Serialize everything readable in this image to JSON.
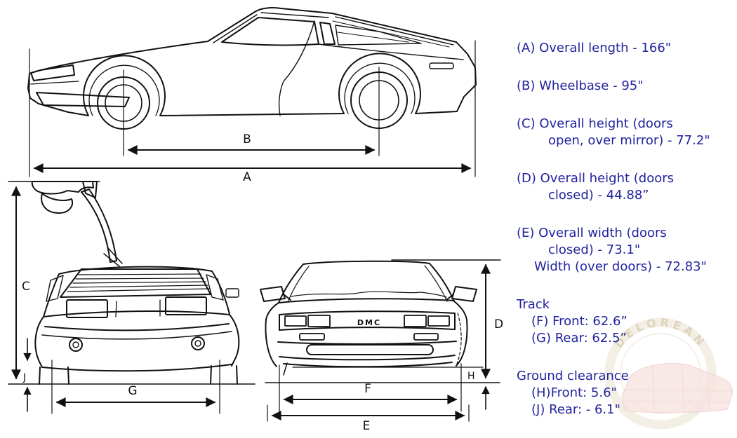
{
  "colors": {
    "ink": "#111111",
    "spec_text": "#23239E",
    "watermark_ring": "#eae1cd",
    "watermark_car_fill": "#f7e3e0"
  },
  "specs": {
    "a": {
      "line1": "(A) Overall length - 166\""
    },
    "b": {
      "line1": "(B) Wheelbase - 95\""
    },
    "c": {
      "line1": "(C) Overall height (doors",
      "line2": "open, over mirror) - 77.2\""
    },
    "d": {
      "line1": "(D) Overall height (doors",
      "line2": "closed) - 44.88”"
    },
    "e": {
      "line1": "(E) Overall width (doors",
      "line2": "closed) - 73.1\"",
      "line3": "Width (over doors) - 72.83\""
    },
    "track": {
      "title": "Track",
      "front": "(F) Front: 62.6”",
      "rear": "(G) Rear: 62.5”"
    },
    "ground": {
      "title": "Ground clearance",
      "front": "(H)Front: 5.6\"",
      "rear": "(J) Rear: - 6.1\""
    }
  },
  "dim_labels": {
    "a": "A",
    "b": "B",
    "c": "C",
    "d": "D",
    "e": "E",
    "f": "F",
    "g": "G",
    "h": "H",
    "j": "J"
  },
  "front_view": {
    "grille_text": "DMC"
  },
  "watermark": {
    "brand": "DELOREAN"
  }
}
